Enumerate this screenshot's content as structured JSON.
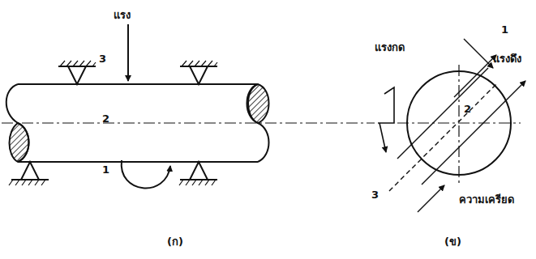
{
  "diagram": {
    "labels": [
      "แรง",
      "3",
      "2",
      "1",
      "(ก)",
      "แรงกด",
      "1",
      "2",
      "แรงดึง",
      "3",
      "ความเครียด",
      "(ข)"
    ]
  }
}
